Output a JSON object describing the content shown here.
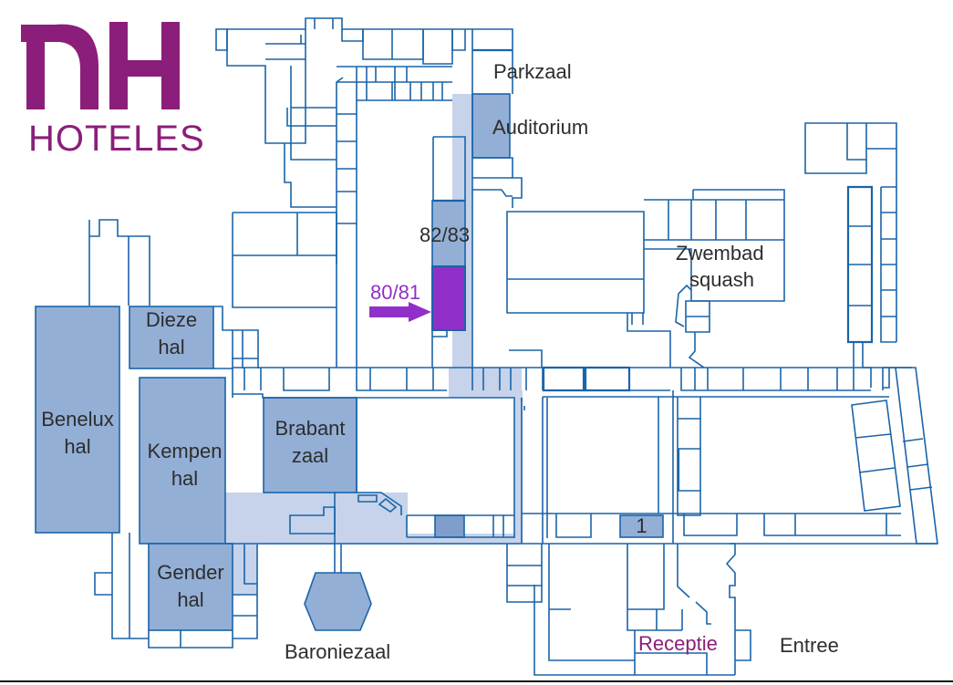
{
  "brand": {
    "logo_mark": "nH",
    "logo_text": "HOTELES",
    "color": "#8b1e7a"
  },
  "map": {
    "title": "Floor plan",
    "colors": {
      "wall": "#1a64a8",
      "room_highlight": "#93afd6",
      "room_dark": "#7f9ecb",
      "corridor": "#c6d3ea",
      "selected_room": "#9130c9",
      "label_text": "#2d2d2d",
      "reception_text": "#8b1e7a"
    },
    "rooms": {
      "parkzaal": "Parkzaal",
      "auditorium": "Auditorium",
      "room_82_83": "82/83",
      "room_80_81": "80/81",
      "zwembad": "Zwembad",
      "squash": "squash",
      "dieze": [
        "Dieze",
        "hal"
      ],
      "benelux": [
        "Benelux",
        "hal"
      ],
      "kempen": [
        "Kempen",
        "hal"
      ],
      "brabant": [
        "Brabant",
        "zaal"
      ],
      "gender": [
        "Gender",
        "hal"
      ],
      "baroniezaal": "Baroniezaal",
      "room_1": "1",
      "receptie": "Receptie",
      "entree": "Entree"
    },
    "marker": {
      "icon": "arrow-right-icon",
      "target": "80/81"
    }
  }
}
